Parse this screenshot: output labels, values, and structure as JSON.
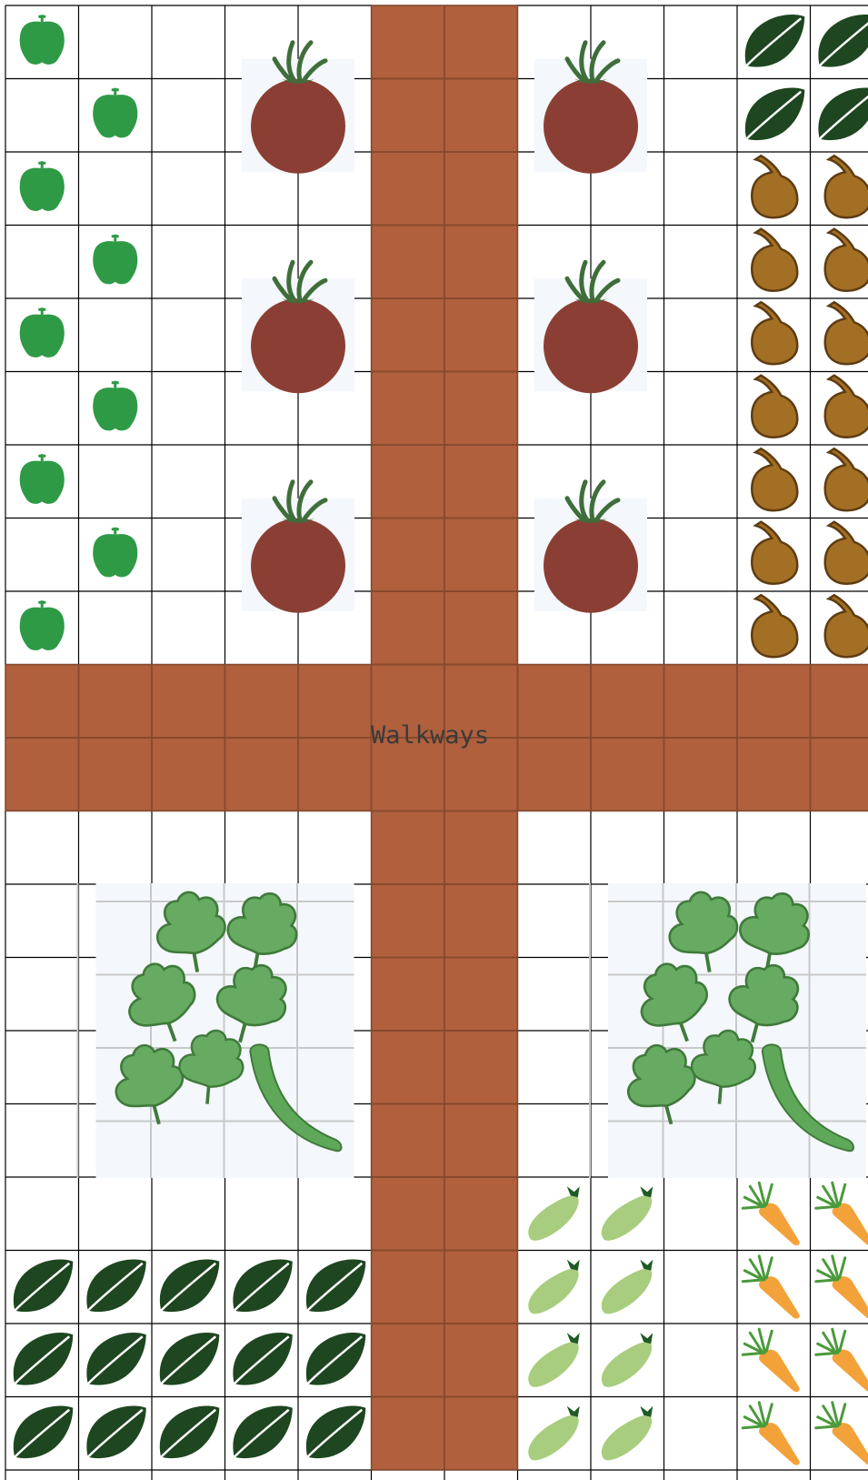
{
  "diagram": {
    "walkway_label": "Walkways",
    "grid": {
      "columns": 12,
      "rows": 20
    },
    "colors": {
      "walkway": "#b0603d",
      "walkway_line": "#8a4a2e",
      "grid_line": "#000000",
      "pepper": "#2e9a46",
      "tomato": "#8b3f34",
      "tomato_leaf": "#3f6e3a",
      "dark_leaf": "#1e4620",
      "onion": "#a36f24",
      "onion_outline": "#5e3c12",
      "vine_leaf": "#67aa62",
      "cucumber": "#5fa85a",
      "pea_pod": "#a8cd7e",
      "pea_cap": "#1f5a25",
      "carrot": "#f3a23a",
      "carrot_top": "#4a9a3a"
    },
    "walkways": [
      {
        "name": "vertical-walkway",
        "cols": [
          5,
          6
        ],
        "rows": [
          0,
          19
        ]
      },
      {
        "name": "left-horizontal-walkway",
        "cols": [
          0,
          4
        ],
        "rows": [
          9,
          10
        ]
      },
      {
        "name": "right-horizontal-walkway",
        "cols": [
          7,
          11
        ],
        "rows": [
          9,
          10
        ]
      }
    ],
    "plants": [
      {
        "type": "pepper",
        "icon": "pepper-icon",
        "cells": [
          [
            0,
            0
          ],
          [
            1,
            1
          ],
          [
            0,
            2
          ],
          [
            1,
            3
          ],
          [
            0,
            4
          ],
          [
            1,
            5
          ],
          [
            0,
            6
          ],
          [
            1,
            7
          ],
          [
            0,
            8
          ]
        ]
      },
      {
        "type": "tomato",
        "icon": "tomato-icon",
        "cells": [
          [
            3.5,
            1
          ],
          [
            7.5,
            1
          ],
          [
            3.5,
            4
          ],
          [
            7.5,
            4
          ],
          [
            3.5,
            7
          ],
          [
            7.5,
            7
          ]
        ]
      },
      {
        "type": "dark-leaf",
        "icon": "dark-leaf-icon",
        "cells": [
          [
            10,
            0
          ],
          [
            11,
            0
          ],
          [
            10,
            1
          ],
          [
            11,
            1
          ],
          [
            0,
            17
          ],
          [
            1,
            17
          ],
          [
            2,
            17
          ],
          [
            3,
            17
          ],
          [
            4,
            17
          ],
          [
            0,
            18
          ],
          [
            1,
            18
          ],
          [
            2,
            18
          ],
          [
            3,
            18
          ],
          [
            4,
            18
          ],
          [
            0,
            19
          ],
          [
            1,
            19
          ],
          [
            2,
            19
          ],
          [
            3,
            19
          ],
          [
            4,
            19
          ]
        ]
      },
      {
        "type": "onion",
        "icon": "onion-icon",
        "cells": [
          [
            10,
            2
          ],
          [
            11,
            2
          ],
          [
            10,
            3
          ],
          [
            11,
            3
          ],
          [
            10,
            4
          ],
          [
            11,
            4
          ],
          [
            10,
            5
          ],
          [
            11,
            5
          ],
          [
            10,
            6
          ],
          [
            11,
            6
          ],
          [
            10,
            7
          ],
          [
            11,
            7
          ],
          [
            10,
            8
          ],
          [
            11,
            8
          ]
        ]
      },
      {
        "type": "cucumber-vine",
        "icon": "cucumber-vine-icon",
        "cells": [
          [
            2.5,
            13.5
          ],
          [
            9.5,
            13.5
          ]
        ]
      },
      {
        "type": "pea-pod",
        "icon": "pea-pod-icon",
        "cells": [
          [
            7,
            16
          ],
          [
            8,
            16
          ],
          [
            7,
            17
          ],
          [
            8,
            17
          ],
          [
            7,
            18
          ],
          [
            8,
            18
          ],
          [
            7,
            19
          ],
          [
            8,
            19
          ]
        ]
      },
      {
        "type": "carrot",
        "icon": "carrot-icon",
        "cells": [
          [
            10,
            16
          ],
          [
            11,
            16
          ],
          [
            10,
            17
          ],
          [
            11,
            17
          ],
          [
            10,
            18
          ],
          [
            11,
            18
          ],
          [
            10,
            19
          ],
          [
            11,
            19
          ]
        ]
      }
    ]
  }
}
